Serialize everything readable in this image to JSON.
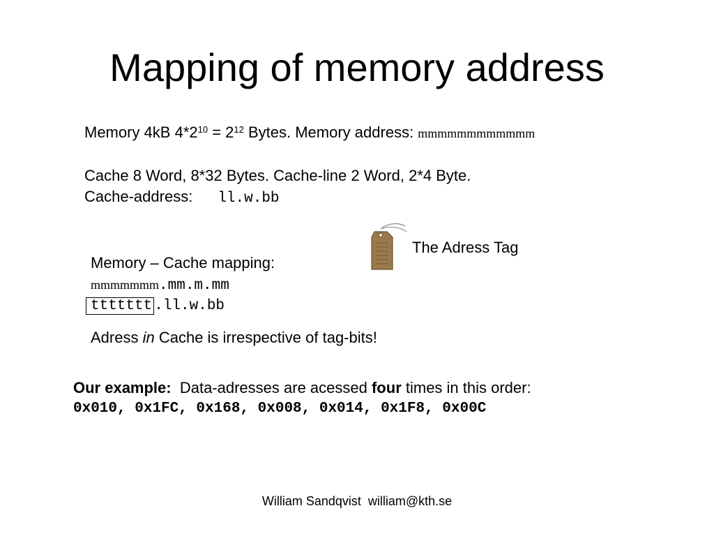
{
  "title": "Mapping of memory address",
  "memory": {
    "prefix": "Memory 4kB 4*2",
    "exp1": "10",
    "mid": " = 2",
    "exp2": "12",
    "suffix": " Bytes. Memory address: ",
    "address": "mmmmmmmmmmmm"
  },
  "cache": {
    "line1": "Cache 8 Word,  8*32 Bytes. Cache-line 2 Word, 2*4 Byte.",
    "address_label": "Cache-address:",
    "address_value": "ll.w.bb"
  },
  "tag_label": "The Adress Tag",
  "mapping": {
    "heading": "Memory – Cache mapping:",
    "mem_high": "mmmmmmm",
    "mem_low": ".mm.m.mm",
    "tag_bits": "ttttttt",
    "cache_bits": ".ll.w.bb"
  },
  "note": {
    "before": "Adress ",
    "italic": "in",
    "after": " Cache is irrespective of tag-bits!"
  },
  "example": {
    "label": "Our example:",
    "text1": "  Data-adresses are acessed ",
    "emph": "four",
    "text2": " times in this order:",
    "addresses": "0x010, 0x1FC, 0x168, 0x008, 0x014, 0x1F8, 0x00C"
  },
  "footer": "William Sandqvist  william@kth.se",
  "colors": {
    "tag_body": "#9a7a4a",
    "tag_dark": "#6b5230",
    "string": "#8a8a8a"
  }
}
